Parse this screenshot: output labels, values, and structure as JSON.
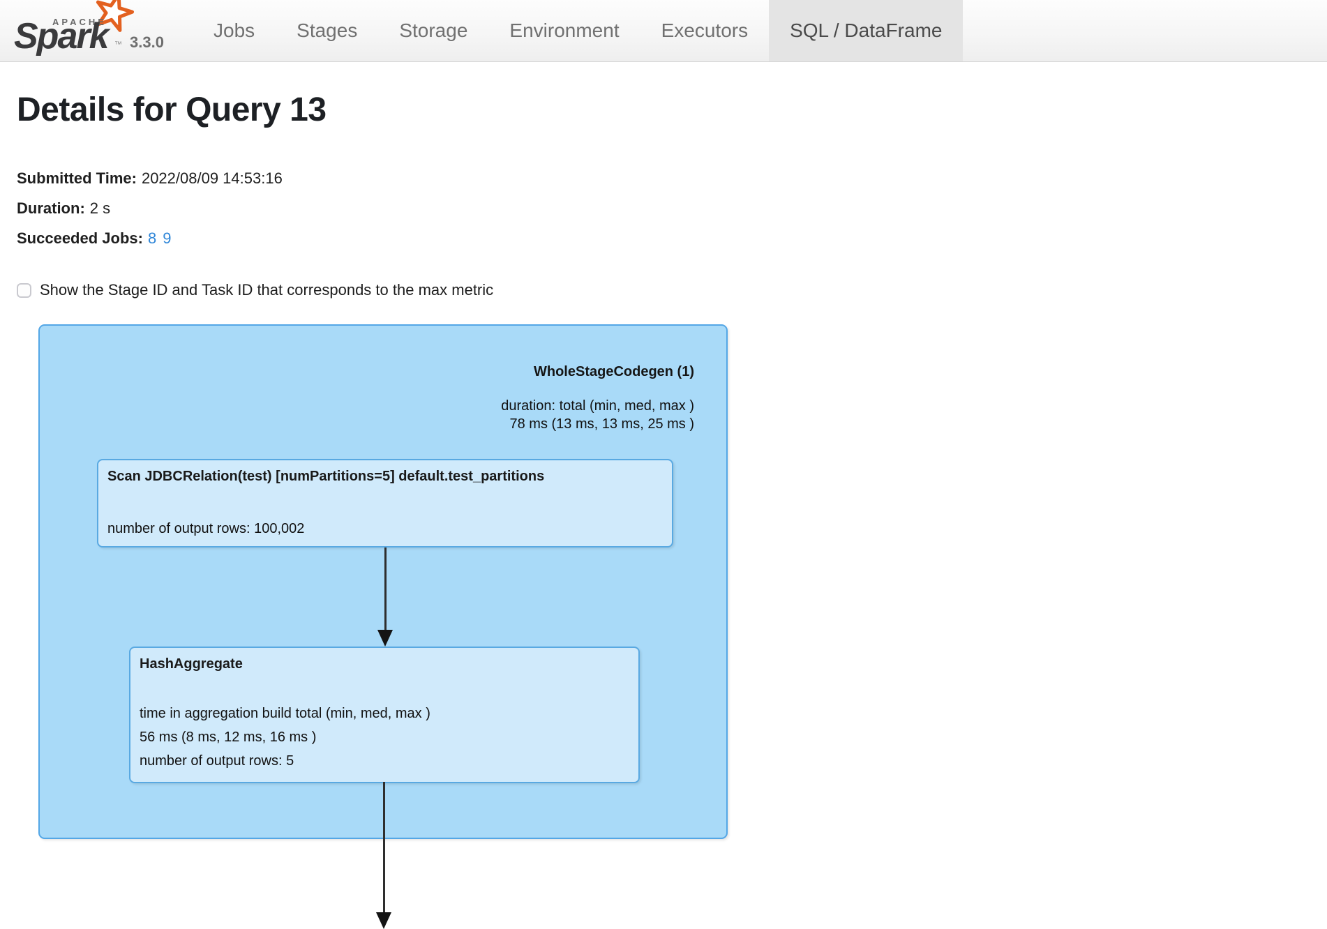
{
  "navbar": {
    "logo": {
      "apache_label": "APACHE",
      "spark_label": "Spark",
      "trademark": "™",
      "version": "3.3.0"
    },
    "tabs": [
      {
        "label": "Jobs"
      },
      {
        "label": "Stages"
      },
      {
        "label": "Storage"
      },
      {
        "label": "Environment"
      },
      {
        "label": "Executors"
      },
      {
        "label": "SQL / DataFrame"
      }
    ],
    "active_tab": "SQL / DataFrame"
  },
  "page": {
    "title": "Details for Query 13",
    "meta": {
      "submitted": {
        "label": "Submitted Time:",
        "value": "2022/08/09 14:53:16"
      },
      "duration": {
        "label": "Duration:",
        "value": "2 s"
      },
      "jobs": {
        "label": "Succeeded Jobs:",
        "links": [
          "8",
          "9"
        ]
      }
    },
    "max_metric_checkbox": {
      "label": "Show the Stage ID and Task ID that corresponds to the max metric",
      "checked": false
    }
  },
  "dag": {
    "cluster": {
      "title": "WholeStageCodegen (1)",
      "metrics": [
        "duration: total (min, med, max )",
        "78 ms (13 ms, 13 ms, 25 ms )"
      ]
    },
    "nodes": [
      {
        "title": "Scan JDBCRelation(test) [numPartitions=5] default.test_partitions",
        "metrics": [
          "number of output rows: 100,002"
        ]
      },
      {
        "title": "HashAggregate",
        "metrics": [
          "time in aggregation build total (min, med, max )",
          "56 ms (8 ms, 12 ms, 16 ms )",
          "number of output rows: 5"
        ]
      }
    ],
    "colors": {
      "cluster_fill": "#A9DAF8",
      "cluster_border": "#54A7E6",
      "node_fill": "#D0EAFB",
      "node_border": "#59A9E2",
      "arrow": "#2E2E2E",
      "link_blue": "#2F86D8",
      "active_tab_bg": "#E4E4E4",
      "spark_star_orange": "#E3601F"
    }
  }
}
